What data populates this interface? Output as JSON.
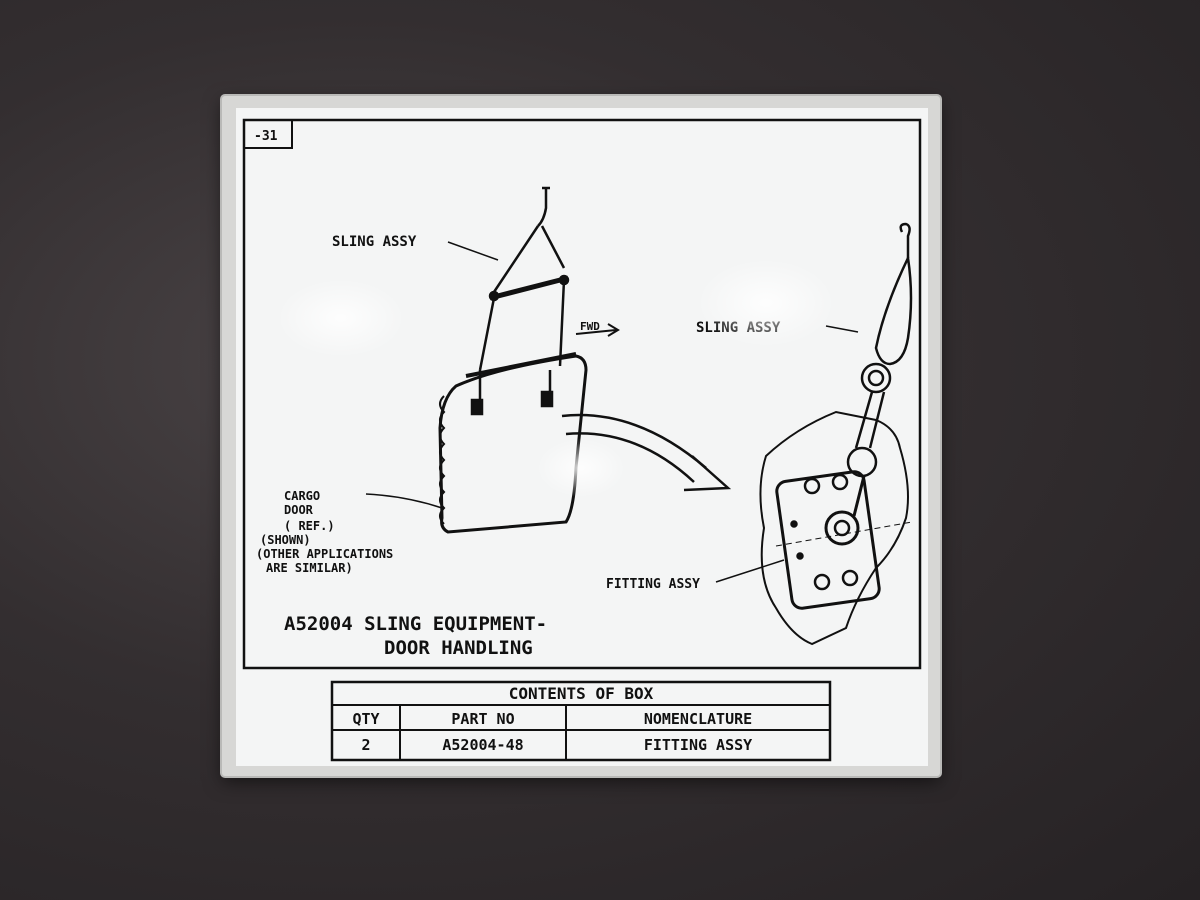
{
  "card": {
    "sheet_number": "-31",
    "title_line1": "A52004 SLING  EQUIPMENT-",
    "title_line2": "DOOR HANDLING",
    "labels": {
      "sling_assy_left": "SLING ASSY",
      "fwd": "FWD",
      "sling_assy_right": "SLING ASSY",
      "cargo_door_1": "CARGO",
      "cargo_door_2": "DOOR",
      "cargo_door_3": "( REF.)",
      "cargo_door_4": "(SHOWN)",
      "cargo_door_5": "(OTHER APPLICATIONS",
      "cargo_door_6": "ARE SIMILAR)",
      "fitting_assy": "FITTING ASSY"
    },
    "contents_table": {
      "title": "CONTENTS OF BOX",
      "headers": [
        "QTY",
        "PART NO",
        "NOMENCLATURE"
      ],
      "rows": [
        [
          "2",
          "A52004-48",
          "FITTING ASSY"
        ]
      ]
    }
  },
  "colors": {
    "ink": "#111111",
    "card": "#f4f5f5",
    "sleeve": "#d7d7d5",
    "foam": "#332e30"
  }
}
